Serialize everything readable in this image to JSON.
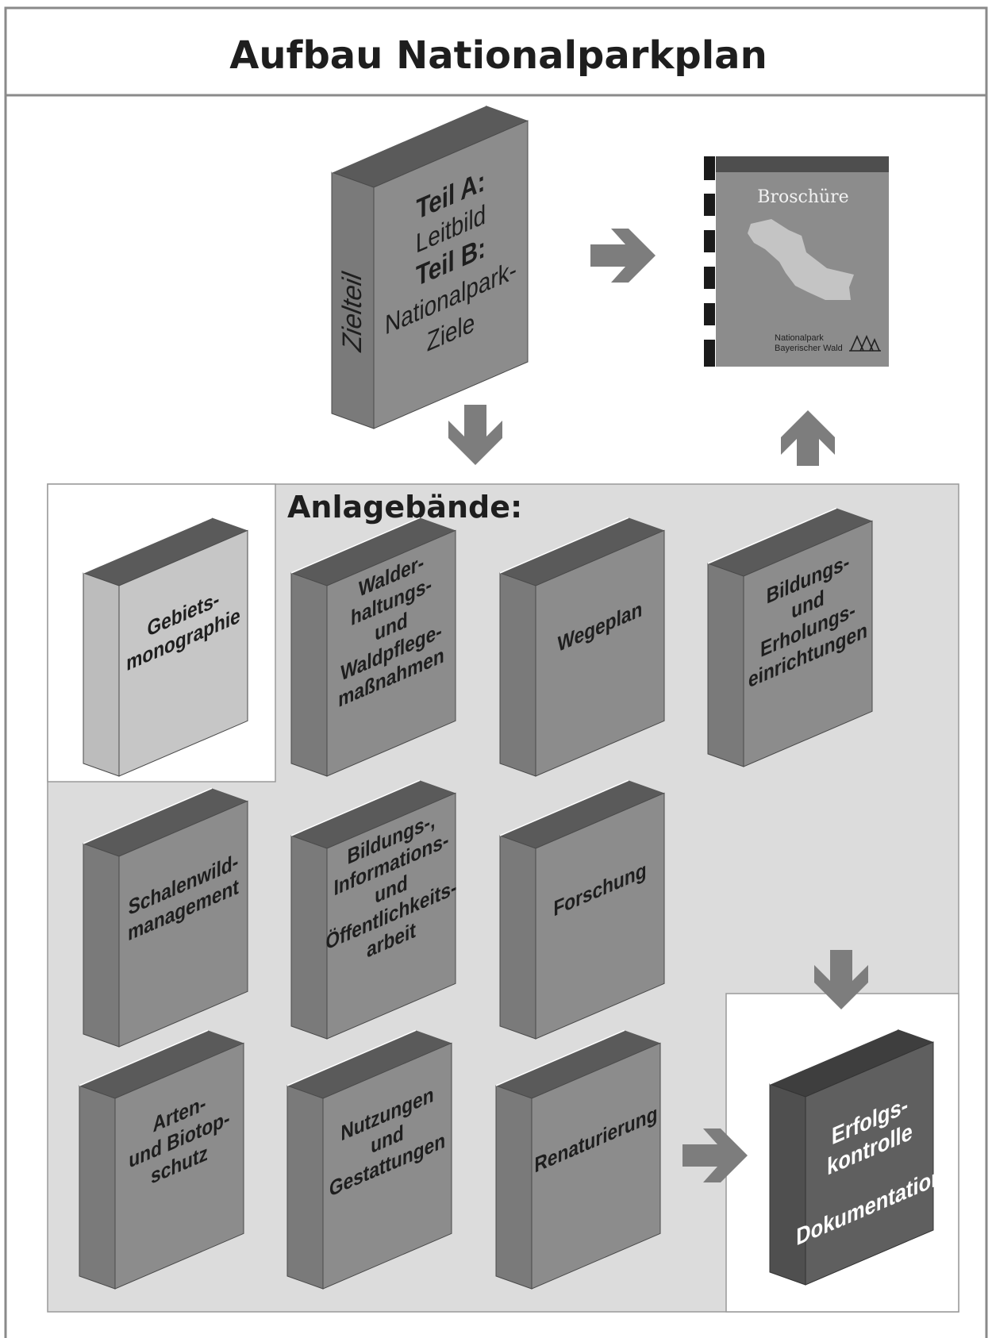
{
  "title": "Aufbau Nationalparkplan",
  "anlage_label": "Anlagebände:",
  "main_book": {
    "spine": "Zielteil",
    "lines": [
      "Teil A:",
      "Leitbild",
      "Teil B:",
      "Nationalpark-",
      "Ziele"
    ]
  },
  "brochure": {
    "title": "Broschüre",
    "org_line1": "Nationalpark",
    "org_line2": "Bayerischer Wald"
  },
  "volumes": [
    {
      "id": "gebiets",
      "lines": [
        "Gebiets-",
        "monographie"
      ]
    },
    {
      "id": "walderhaltung",
      "lines": [
        "Walder-",
        "haltungs-",
        "und",
        "Waldpflege-",
        "maßnahmen"
      ]
    },
    {
      "id": "wegeplan",
      "lines": [
        "Wegeplan"
      ]
    },
    {
      "id": "bildung-erholung",
      "lines": [
        "Bildungs-",
        "und",
        "Erholungs-",
        "einrichtungen"
      ]
    },
    {
      "id": "schalenwild",
      "lines": [
        "Schalenwild-",
        "management"
      ]
    },
    {
      "id": "bildung-info",
      "lines": [
        "Bildungs-,",
        "Informations-",
        "und",
        "Öffentlichkeits-",
        "arbeit"
      ]
    },
    {
      "id": "forschung",
      "lines": [
        "Forschung"
      ]
    },
    {
      "id": "artenschutz",
      "lines": [
        "Arten-",
        "und Biotop-",
        "schutz"
      ]
    },
    {
      "id": "nutzungen",
      "lines": [
        "Nutzungen",
        "und",
        "Gestattungen"
      ]
    },
    {
      "id": "renaturierung",
      "lines": [
        "Renaturierung"
      ]
    }
  ],
  "erfolg": {
    "lines": [
      "Erfolgs-",
      "kontrolle"
    ],
    "doc": "Dokumentation"
  },
  "colors": {
    "book_front": "#8c8c8c",
    "book_spine": "#7a7a7a",
    "book_top": "#5a5a5a",
    "light_book_front": "#c6c6c6",
    "light_book_spine": "#bcbcbc",
    "dark_book_front": "#5f5f5f",
    "dark_book_spine": "#4f4f4f",
    "panel": "#dcdcdc",
    "arrow": "#7d7d7d",
    "border": "#8a8a8a"
  }
}
